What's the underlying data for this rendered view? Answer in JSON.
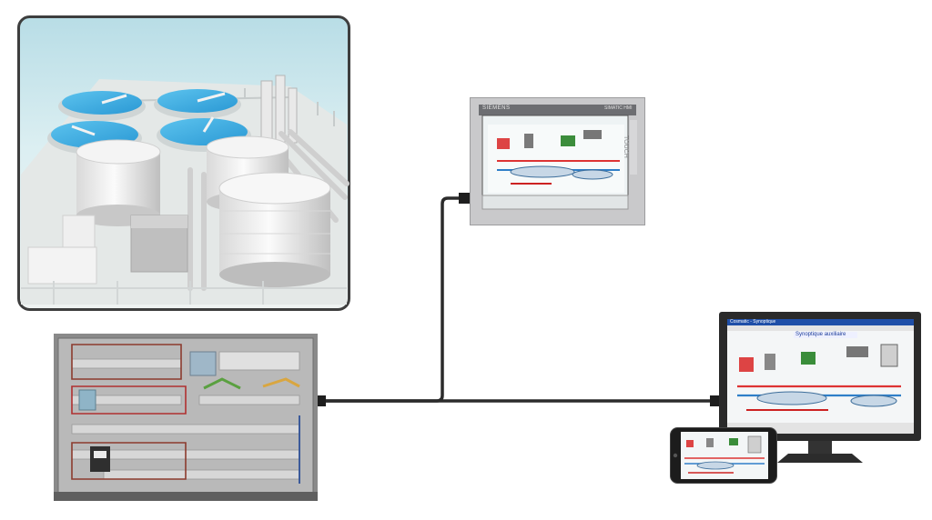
{
  "diagram": {
    "hmi_panel": {
      "brand": "SIEMENS",
      "model": "SIMATIC HMI",
      "side_label": "TOUCH"
    },
    "pc_monitor": {
      "window_title": "Cosmatic - Synoptique",
      "screen_title": "Synoptique auxiliaire"
    }
  },
  "colors": {
    "cable": "#2b2b2b",
    "frame": "#5a5a5a",
    "water": "#3aa9df",
    "hmi_bezel": "#c9c9cb",
    "cabinet": "#8a8a8a"
  },
  "icons": [
    "water-plant-illustration",
    "control-cabinet-icon",
    "hmi-touch-panel-icon",
    "pc-monitor-icon",
    "smartphone-icon"
  ]
}
